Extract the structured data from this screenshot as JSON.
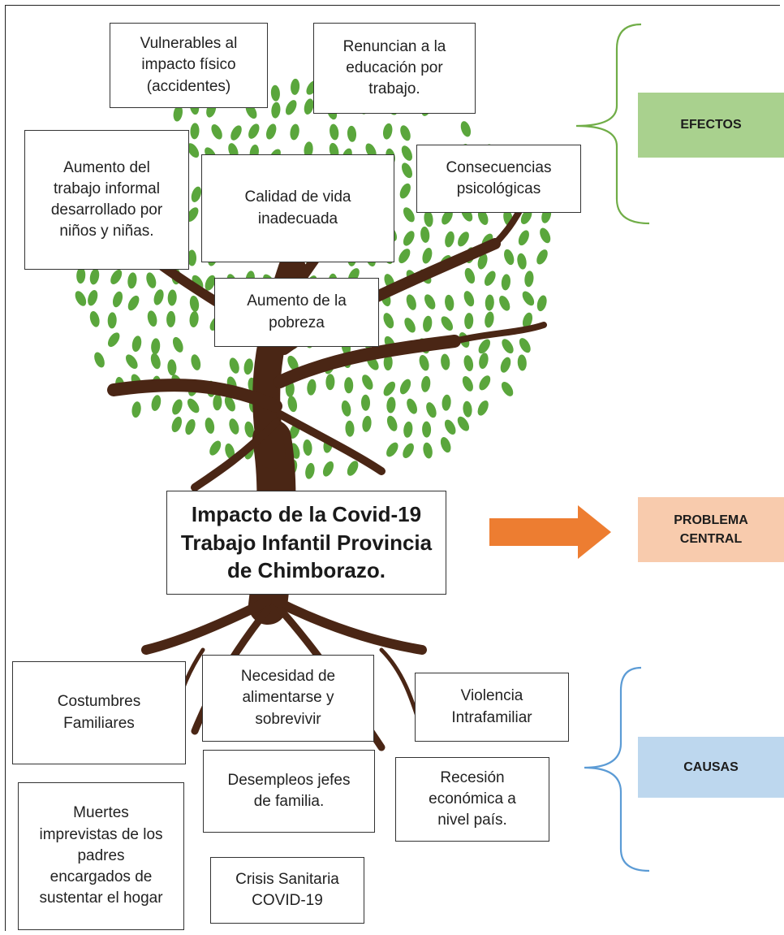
{
  "colors": {
    "leaf": "#5aa63c",
    "trunk": "#4a2615",
    "efectos": "#a9d18e",
    "problema": "#f8cbad",
    "causas": "#bdd7ee",
    "arrow": "#ed7d31",
    "brace_efectos": "#70ad47",
    "brace_causas": "#5b9bd5"
  },
  "center": "Impacto de la Covid-19\nTrabajo Infantil Provincia\nde Chimborazo.",
  "labels": {
    "efectos": "EFECTOS",
    "problema": "PROBLEMA\nCENTRAL",
    "causas": "CAUSAS"
  },
  "effects": {
    "vulnerables": "Vulnerables al\nimpacto físico\n(accidentes)",
    "renuncian": "Renuncian a la\neducación por\ntrabajo.",
    "aumento_trabajo": "Aumento del\ntrabajo informal\ndesarrollado por\nniños y niñas.",
    "calidad": "Calidad de vida\ninadecuada",
    "consecuencias": "Consecuencias\npsicológicas",
    "pobreza": "Aumento de la\npobreza"
  },
  "causes": {
    "costumbres": "Costumbres\nFamiliares",
    "necesidad": "Necesidad de\nalimentarse y\nsobrevivir",
    "violencia": "Violencia\nIntrafamiliar",
    "desempleos": "Desempleos jefes\nde familia.",
    "recesion": "Recesión\neconómica a\nnivel país.",
    "muertes": "Muertes\nimprevistas de los\npadres\nencargados de\nsustentar el hogar",
    "crisis": "Crisis Sanitaria\nCOVID-19"
  }
}
